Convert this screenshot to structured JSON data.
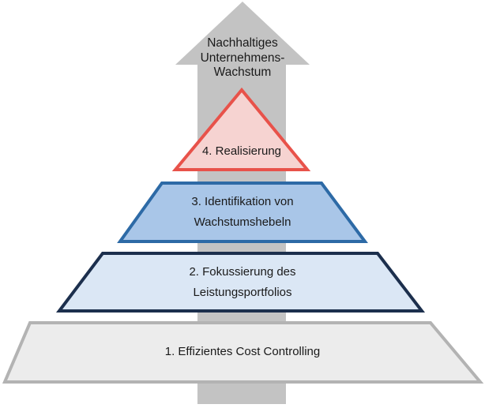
{
  "arrow": {
    "label_lines": [
      "Nachhaltiges",
      "Unternehmens-",
      "Wachstum"
    ],
    "color": "#c3c3c3"
  },
  "levels": [
    {
      "lines": [
        "4. Realisierung"
      ],
      "fill": "#f6d3d1",
      "stroke": "#e8524a"
    },
    {
      "lines": [
        "3. Identifikation von",
        "Wachstumshebeln"
      ],
      "fill": "#a9c6e8",
      "stroke": "#2d6aa6"
    },
    {
      "lines": [
        "2. Fokussierung des",
        "Leistungsportfolios"
      ],
      "fill": "#dbe7f5",
      "stroke": "#1c2f4d"
    },
    {
      "lines": [
        "1. Effizientes Cost Controlling"
      ],
      "fill": "#ececec",
      "stroke": "#b3b3b3"
    }
  ]
}
